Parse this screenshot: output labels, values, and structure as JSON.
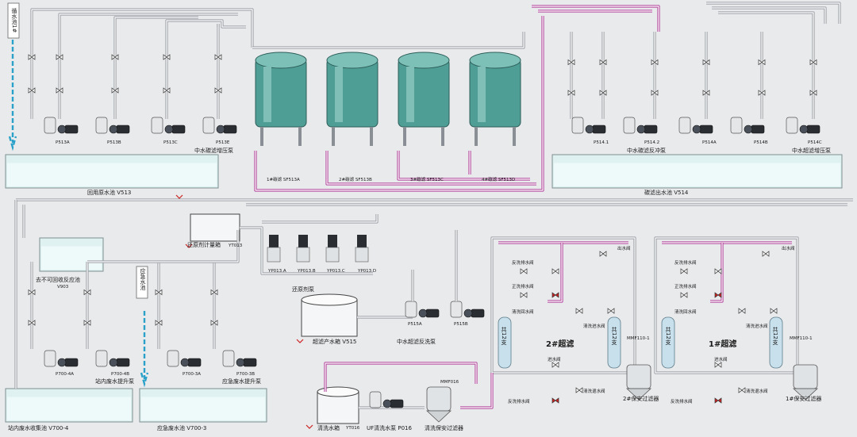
{
  "colors": {
    "background": "#e9eaec",
    "pipe": "#9a9ea4",
    "pipe_highlight": "#ffffff",
    "purple_pipe": "#b0409a",
    "tank_teal": "#4f9e96",
    "pool": "#dff1f1",
    "flow_arrow": "#2aa1c9",
    "valve_red": "#cc2222"
  },
  "labels": {
    "t_recycle_water": "循水池1#",
    "t_emergency_water": "应急水池",
    "t_p513a": "P513A",
    "t_p513b": "P513B",
    "t_p513c": "P513C",
    "t_p513e": "P513E",
    "t_mid_water_carbon_pump": "中水碳滤增压泵",
    "t_pool_v513": "回用原水池 V513",
    "t_f1": "1#碳滤 SF513A",
    "t_f2": "2#碳滤 SF513B",
    "t_f3": "3#碳滤 SF513C",
    "t_f4": "4#碳滤 SF513D",
    "t_p5141": "P514.1",
    "t_p5142": "P514.2",
    "t_p514a": "P514A",
    "t_p514b": "P514B",
    "t_p514c": "P514C",
    "t_mid_backwash_pump": "中水碳滤反冲泵",
    "t_mid_uf_pump": "中水超滤增压泵",
    "t_pool_v514": "碳滤出水池 V514",
    "t_reductant_tank": "还原剂计量箱",
    "t_yt013": "YT013",
    "t_yp013a": "YP013.A",
    "t_yp013b": "YP013.B",
    "t_yp013c": "YP013.C",
    "t_yp013d": "YP013.D",
    "t_reductant_pump": "还原剂泵",
    "t_uf_tank": "超滤产水箱 V515",
    "t_p515a": "P515A",
    "t_p515b": "P515B",
    "t_mid_uf_backwash_pump": "中水超滤反洗泵",
    "t_non_recyclable": "去不可回收反应池",
    "t_v903": "V903",
    "t_p7004a": "P700-4A",
    "t_p7004b": "P700-4B",
    "t_p7003a": "P700-3A",
    "t_p7003b": "P700-3B",
    "t_station_lift": "站内废水提升泵",
    "t_emerg_lift": "应急废水提升泵",
    "t_v7004": "站内废水收集池 V700-4",
    "t_v7003": "应急废水池 V700-3",
    "t_clean_tank": "清洗水箱",
    "t_yt016": "YT016",
    "t_uf_clean_pump": "UF清洗水泵 P016",
    "t_clean_filter": "清洗保安过滤器",
    "t_mmf016": "MMF016",
    "t_uf2": "2#超滤",
    "t_uf1": "1#超滤",
    "t_mmf1101": "MMF110-1",
    "t_guard_filter2": "2#保安过滤器",
    "t_guard_filter1": "1#保安过滤器",
    "t_backwash_drain": "反洗排水阀",
    "t_outlet_valve": "出水阀",
    "t_forward_drain": "正洗排水阀",
    "t_inlet_valve": "进水阀",
    "t_clean_inlet": "清洗进水阀",
    "t_clean_return": "清洗回水阀",
    "t_clean_drain": "清洗退水阀",
    "t_total_12": "共12支"
  }
}
